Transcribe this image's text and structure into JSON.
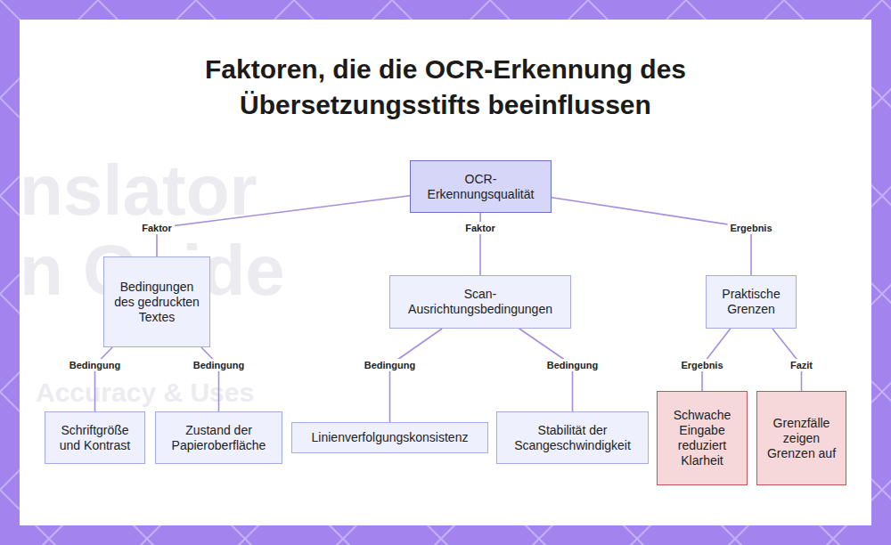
{
  "diagram": {
    "title": "Faktoren, die die OCR-Erkennung des Übersetzungsstifts beeinflussen",
    "nodes": [
      {
        "text": [
          "OCR-Erkennungsqualität"
        ]
      },
      {
        "text": [
          "Bedingungen des gedruckten Textes"
        ]
      },
      {
        "text": [
          "Scan-Ausrichtungsbedingungen"
        ]
      },
      {
        "text": [
          "Praktische Grenzen"
        ]
      },
      {
        "text": [
          "Schriftgröße und Kontrast"
        ]
      },
      {
        "text": [
          "Zustand der Papieroberfläche"
        ]
      },
      {
        "text": [
          "Linienverfolgungskonsistenz"
        ]
      },
      {
        "text": [
          "Stabilität der Scangeschwindigkeit"
        ]
      },
      {
        "text": [
          "Schwache Eingabe reduziert Klarheit"
        ]
      },
      {
        "text": [
          "Grenzfälle zeigen Grenzen auf"
        ]
      }
    ],
    "edges": [
      {
        "from": 0,
        "to": 1,
        "label": "Faktor",
        "arrow": "none"
      },
      {
        "from": 0,
        "to": 2,
        "label": "Faktor",
        "arrow": "none"
      },
      {
        "from": 0,
        "to": 3,
        "label": "Ergebnis",
        "arrow": "none"
      },
      {
        "from": 1,
        "to": 4,
        "label": "Bedingung",
        "arrow": "none"
      },
      {
        "from": 1,
        "to": 5,
        "label": "Bedingung",
        "arrow": "none"
      },
      {
        "from": 2,
        "to": 6,
        "label": "Bedingung",
        "arrow": "none"
      },
      {
        "from": 2,
        "to": 7,
        "label": "Bedingung",
        "arrow": "none"
      },
      {
        "from": 3,
        "to": 8,
        "label": "Ergebnis",
        "arrow": "none"
      },
      {
        "from": 3,
        "to": 9,
        "label": "Fazit",
        "arrow": "none"
      }
    ],
    "labels": [
      "nslator",
      "n Guide",
      "Accuracy & Uses"
    ]
  }
}
